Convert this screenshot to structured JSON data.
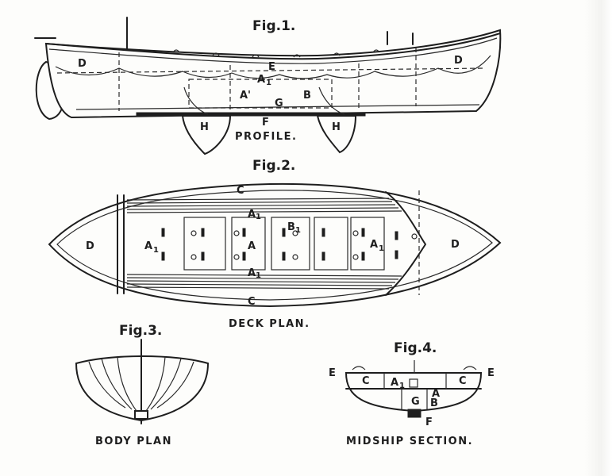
{
  "figures": {
    "fig1": {
      "title": "Fig.1.",
      "caption": "PROFILE.",
      "labels": {
        "d_fore": "D",
        "d_aft": "D",
        "a1": "A",
        "a1_sub": "1",
        "a_prime": "A'",
        "e": "E",
        "g": "G",
        "b": "B",
        "h_left": "H",
        "h_right": "H",
        "f": "F"
      }
    },
    "fig2": {
      "title": "Fig.2.",
      "caption": "DECK PLAN.",
      "labels": {
        "c_top": "C",
        "c_bottom": "C",
        "d_left": "D",
        "d_right": "D",
        "a_center": "A",
        "a1_left": "A",
        "a1_left_sub": "1",
        "a1_right": "A",
        "a1_right_sub": "1",
        "a1_top": "A",
        "a1_top_sub": "1",
        "a1_bottom": "A",
        "a1_bottom_sub": "1",
        "b1": "B",
        "b1_sub": "1"
      }
    },
    "fig3": {
      "title": "Fig.3.",
      "caption": "BODY PLAN"
    },
    "fig4": {
      "title": "Fig.4.",
      "caption": "MIDSHIP SECTION.",
      "labels": {
        "e_left": "E",
        "e_right": "E",
        "c_left": "C",
        "c_right": "C",
        "a1": "A",
        "a1_sub": "1",
        "a": "A",
        "b": "B",
        "g": "G",
        "f": "F"
      }
    }
  }
}
